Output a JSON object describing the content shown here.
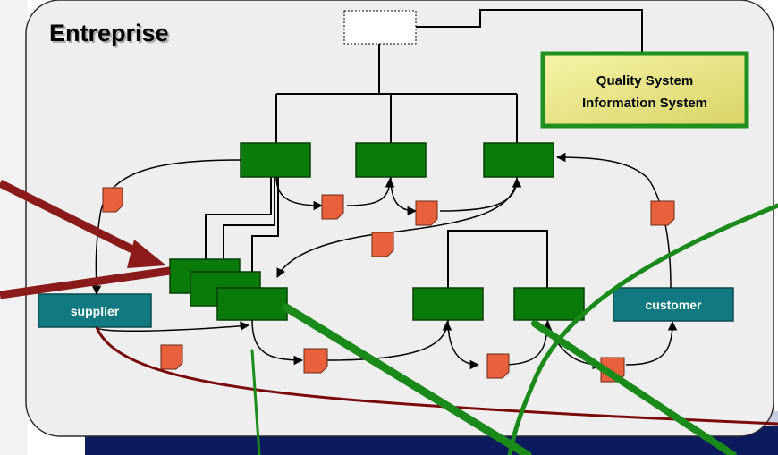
{
  "diagram": {
    "title": "Entreprise",
    "quality_box": {
      "line1": "Quality System",
      "line2": "Information System"
    },
    "supplier_label": "supplier",
    "customer_label": "customer",
    "colors": {
      "panel": "#eeeeee",
      "panel_border": "#2a2a2a",
      "process_fill": "#0a7a0a",
      "actor_fill": "#117a80",
      "document_fill": "#e8603c",
      "quality_fill": "#e8e47a",
      "quality_border": "#1f8f1f",
      "red_arrow": "#8b1a1a",
      "green_line": "#1a8a1a",
      "dark_red_line": "#7a0a0a",
      "bottom_band": "#0c1a5e"
    }
  }
}
